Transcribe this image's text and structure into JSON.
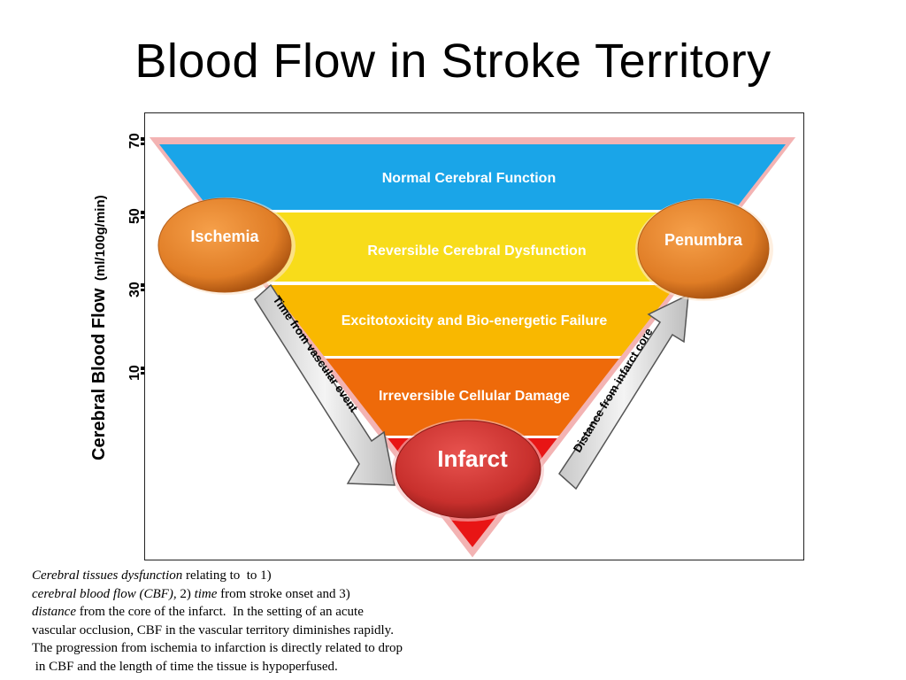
{
  "title": "Blood Flow in Stroke Territory",
  "axis": {
    "title_main": "Cerebral Blood Flow",
    "title_unit": "(ml/100g/min)",
    "ticks": [
      "70",
      "50",
      "30",
      "10"
    ]
  },
  "bands": [
    {
      "label": "Normal Cerebral Function",
      "color": "#1aa5e8"
    },
    {
      "label": "Reversible Cerebral Dysfunction",
      "color": "#f8dc1a"
    },
    {
      "label": "Excitotoxicity and Bio-energetic Failure",
      "color": "#f9b800"
    },
    {
      "label": "Irreversible Cellular Damage",
      "color": "#ee6a0a"
    },
    {
      "label": "",
      "color": "#e81515"
    }
  ],
  "ovals": {
    "ischemia": "Ischemia",
    "penumbra": "Penumbra",
    "infarct": "Infarct"
  },
  "arrows": {
    "left": "Time from vascular event",
    "right": "Distance from infarct core"
  },
  "caption": {
    "l1_italic": "Cerebral tissues dysfunction",
    "l1_rest": " relating to  to 1)",
    "l2_italic": "cerebral blood flow (CBF),",
    "l2_mid": " 2) ",
    "l2_italic2": "time",
    "l2_rest": " from stroke onset and 3)",
    "l3_italic": "distance",
    "l3_rest": " from the core of the infarct.  In the setting of an acute",
    "l4": "vascular occlusion, CBF in the vascular territory diminishes rapidly.",
    "l5": "The progression from ischemia to infarction is directly related to drop",
    "l6": " in CBF and the length of time the tissue is hypoperfused."
  }
}
